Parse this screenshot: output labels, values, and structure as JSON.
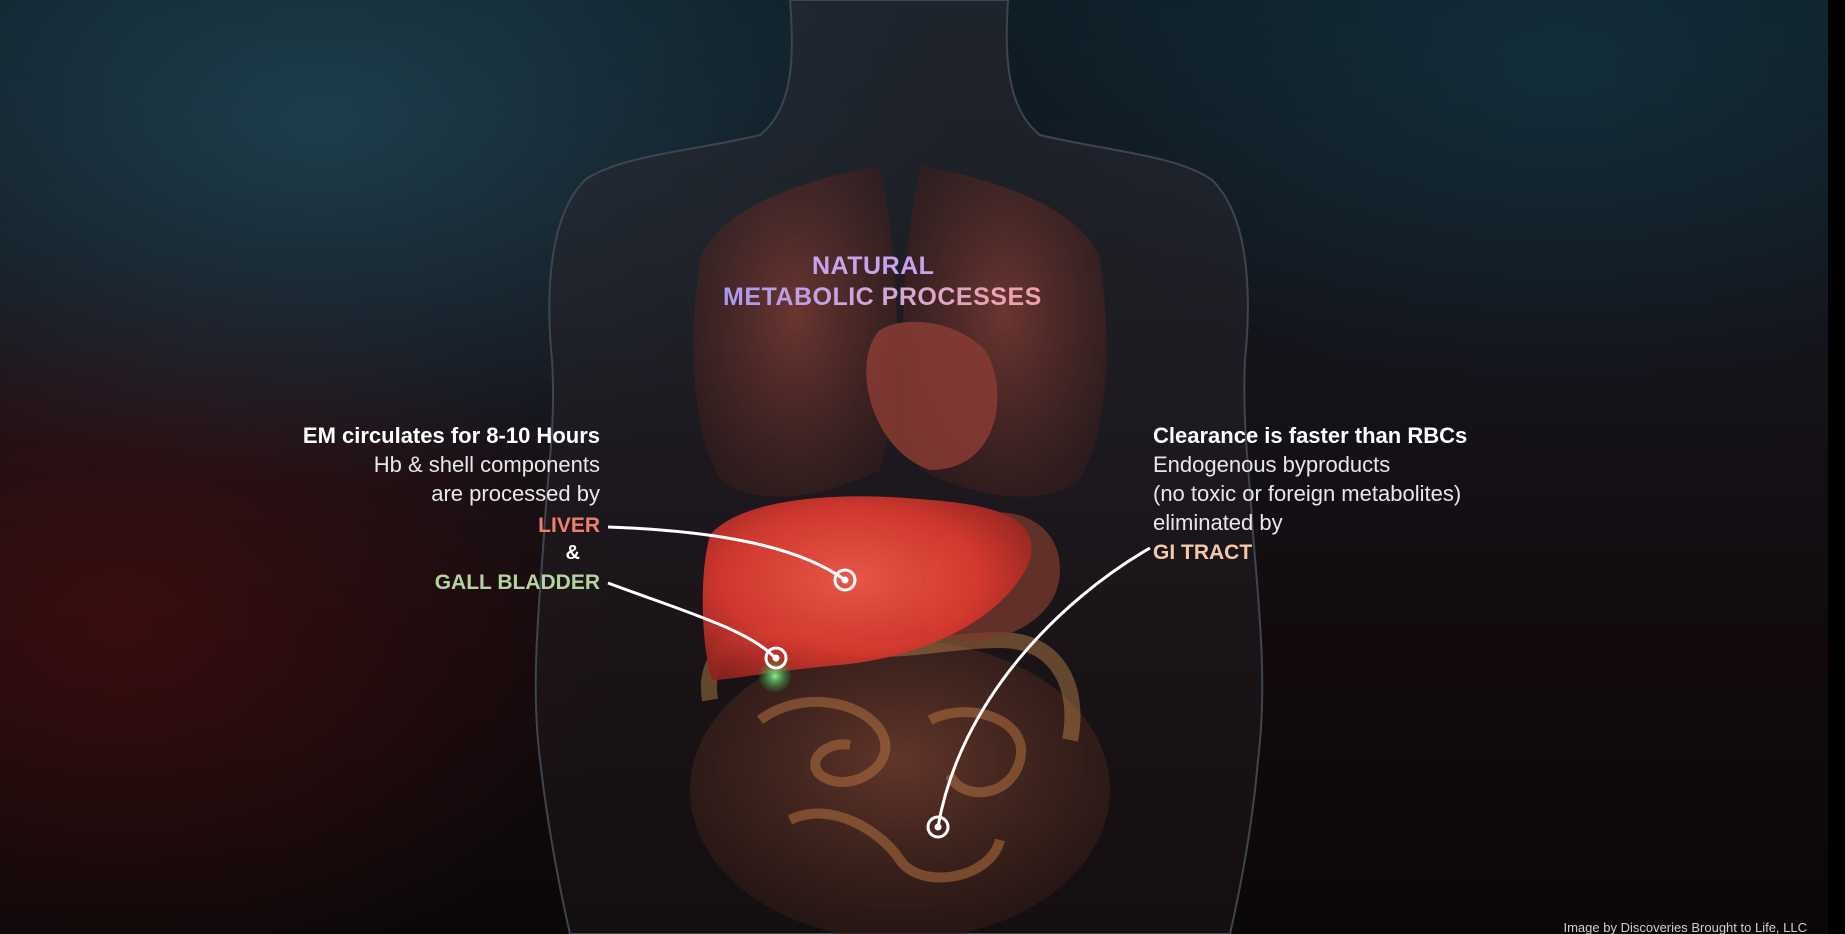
{
  "title": {
    "line1": "NATURAL",
    "line2": "METABOLIC PROCESSES"
  },
  "left_panel": {
    "heading": "EM circulates for 8-10 Hours",
    "line2": "Hb & shell components",
    "line3": "are processed by",
    "organ1": "LIVER",
    "connector": "&",
    "organ2": "GALL BLADDER"
  },
  "right_panel": {
    "heading": "Clearance is faster than RBCs",
    "line2": "Endogenous byproducts",
    "line3": "(no toxic or foreign metabolites)",
    "line4": "eliminated by",
    "organ": "GI TRACT"
  },
  "credit": "Image by Discoveries Brought to Life, LLC",
  "colors": {
    "liver": "#f07e6c",
    "gall_bladder": "#b5d49b",
    "gi_tract": "#f3c8a6",
    "title_start": "#a89af0",
    "title_end": "#f2a0a6"
  }
}
